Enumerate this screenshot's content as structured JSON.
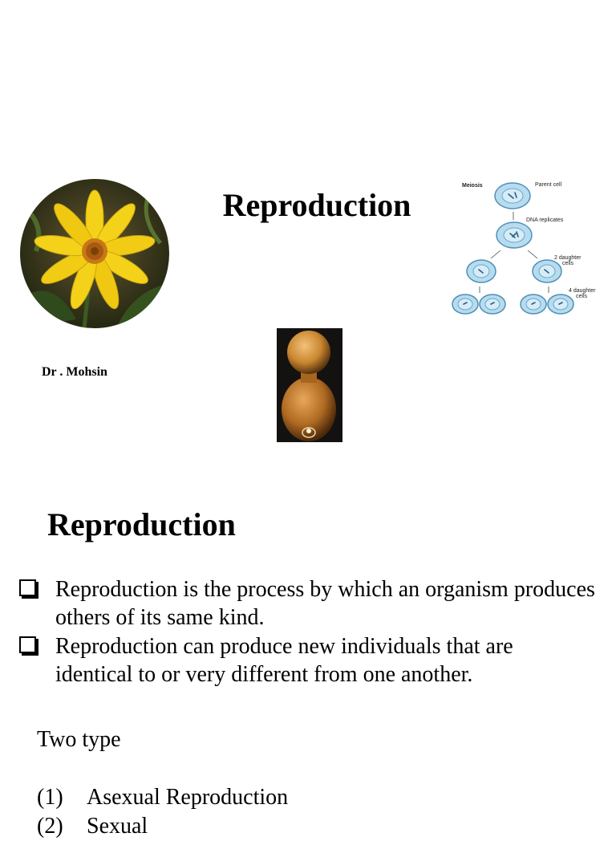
{
  "slide1": {
    "title": "Reproduction",
    "author": "Dr . Mohsin",
    "meiosis_diagram": {
      "title": "Meiosis",
      "parent_label": "Parent cell",
      "dna_label": "DNA replicates",
      "daughter2_label_line1": "2 daughter",
      "daughter2_label_line2": "cells",
      "daughter4_label_line1": "4 daughter",
      "daughter4_label_line2": "cells"
    },
    "images": {
      "flower": "yellow-flower-photo",
      "yeast": "budding-yeast-cell-photo"
    }
  },
  "slide2": {
    "title": "Reproduction",
    "bullets": [
      "Reproduction is the process by which an organism produces others of its same kind.",
      "Reproduction can produce new individuals that are identical to or very different from one another."
    ],
    "intro": "Two type",
    "types": [
      {
        "num": "(1)",
        "label": "Asexual Reproduction"
      },
      {
        "num": "(2)",
        "label": "Sexual"
      }
    ]
  },
  "colors": {
    "flower_petal": "#f5d21a",
    "flower_center": "#c87818",
    "cell_fill": "#b7dcef",
    "cell_stroke": "#4f90b8",
    "yeast_cell": "#c9862f"
  }
}
